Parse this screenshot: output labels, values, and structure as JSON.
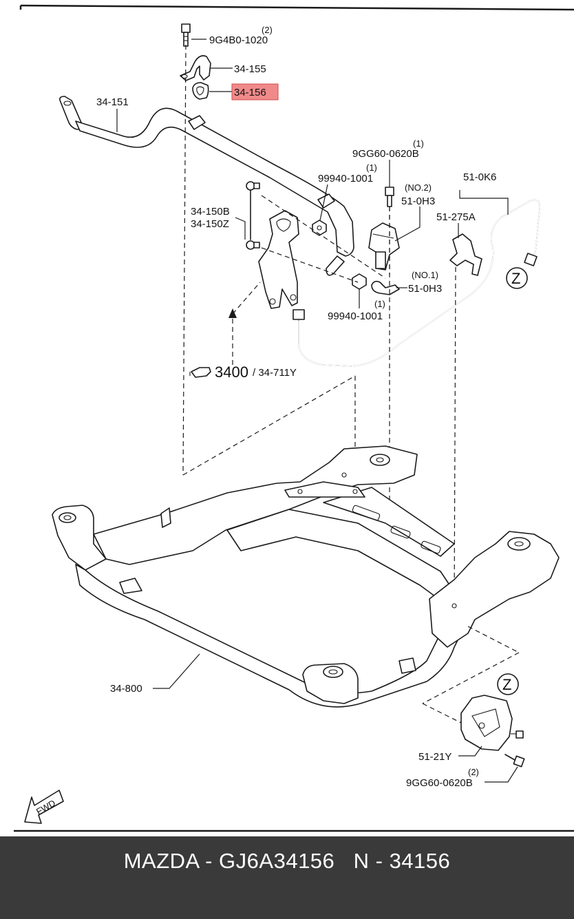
{
  "labels": {
    "bolt_top_qty": "(2)",
    "bolt_top": "9G4B0-1020",
    "bracket": "34-155",
    "bushing_highlight": "34-156",
    "stabilizer_bar": "34-151",
    "bolt_right_qty": "(1)",
    "bolt_right": "9GG60-0620B",
    "nut_upper_qty": "(1)",
    "nut_upper": "99940-1001",
    "sensor_no2_tag": "(NO.2)",
    "sensor_no2": "51-0H3",
    "harness": "51-0K6",
    "bracket_275": "51-275A",
    "link_b": "34-150B",
    "link_z": "34-150Z",
    "sensor_no1_tag": "(NO.1)",
    "sensor_no1": "51-0H3",
    "nut_lower_qty": "(1)",
    "nut_lower": "99940-1001",
    "ref_main": "3400",
    "ref_sub": "/ 34-711Y",
    "crossmember": "34-800",
    "detail_z_top": "Z",
    "detail_z_bottom": "Z",
    "sensor_bracket": "51-21Y",
    "bolt_bottom_qty": "(2)",
    "bolt_bottom": "9GG60-0620B",
    "fwd": "FWD"
  },
  "highlight_color": "#f08a8a",
  "footer": {
    "text": "MAZDA - GJ6A34156   N - 34156"
  }
}
